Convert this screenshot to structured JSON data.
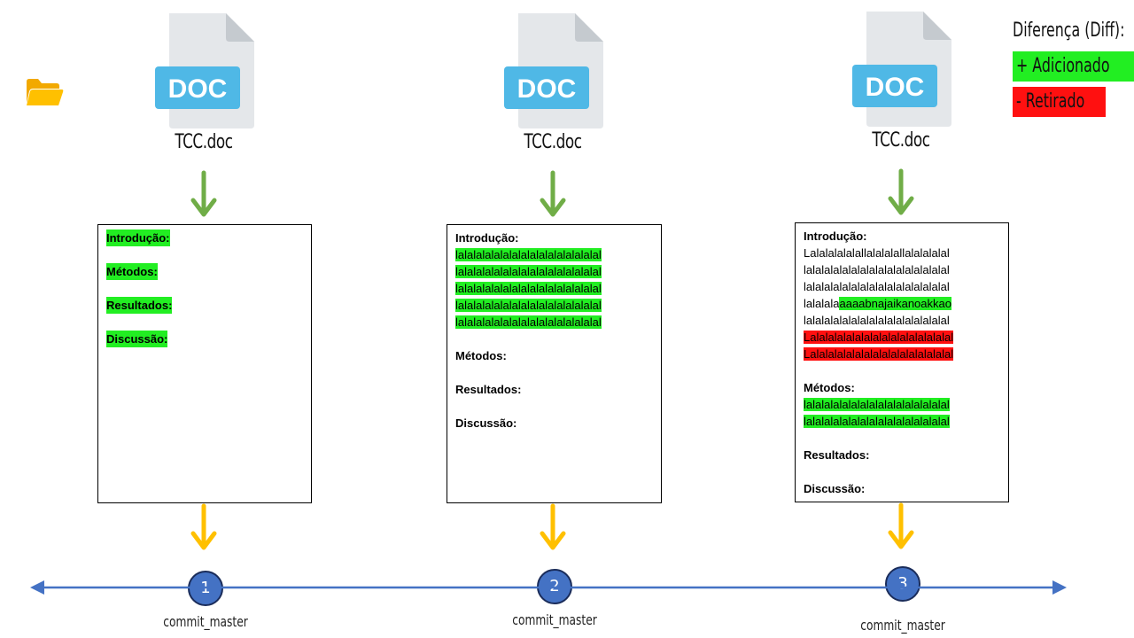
{
  "legend": {
    "title": "Diferença (Diff):",
    "added": "+ Adicionado",
    "removed": "- Retirado",
    "added_color": "#22ee22",
    "removed_color": "#ff1010"
  },
  "icons": {
    "folder": "folder-icon",
    "doc": "doc-file-icon",
    "arrow_green": "green-down-arrow-icon",
    "arrow_yellow": "yellow-down-arrow-icon"
  },
  "colors": {
    "doc_badge": "#4fb8e6",
    "green_arrow": "#70ad47",
    "yellow_arrow": "#ffc000",
    "timeline": "#4472c4"
  },
  "commits": [
    {
      "file_name": "TCC.doc",
      "doc_badge": "DOC",
      "number": "1",
      "label": "commit_master",
      "sections": [
        {
          "heading": "Introdução:",
          "heading_status": "added",
          "lines": []
        },
        {
          "heading": "Métodos:",
          "heading_status": "added",
          "lines": []
        },
        {
          "heading": "Resultados:",
          "heading_status": "added",
          "lines": []
        },
        {
          "heading": "Discussão:",
          "heading_status": "added",
          "lines": []
        }
      ]
    },
    {
      "file_name": "TCC.doc",
      "doc_badge": "DOC",
      "number": "2",
      "label": "commit_master",
      "sections": [
        {
          "heading": "Introdução:",
          "heading_status": "none",
          "lines": [
            [
              {
                "text": "lalalalalalalalalalalalalalalalal",
                "status": "added"
              }
            ],
            [
              {
                "text": "lalalalalalalalalalalalalalalalal",
                "status": "added"
              }
            ],
            [
              {
                "text": "lalalalalalalalalalalalalalalalal",
                "status": "added"
              }
            ],
            [
              {
                "text": "lalalalalalalalalalalalalalalalal",
                "status": "added"
              }
            ],
            [
              {
                "text": "lalalalalalalalalalalalalalalalal",
                "status": "added"
              }
            ]
          ]
        },
        {
          "heading": "Métodos:",
          "heading_status": "none",
          "lines": []
        },
        {
          "heading": "Resultados:",
          "heading_status": "none",
          "lines": []
        },
        {
          "heading": "Discussão:",
          "heading_status": "none",
          "lines": []
        }
      ]
    },
    {
      "file_name": "TCC.doc",
      "doc_badge": "DOC",
      "number": "3",
      "label": "commit_master",
      "sections": [
        {
          "heading": "Introdução:",
          "heading_status": "none",
          "lines": [
            [
              {
                "text": "Lalalalalalallalalalallalalalalal",
                "status": "none"
              }
            ],
            [
              {
                "text": "lalalalalalalalalalalalalalalalal",
                "status": "none"
              }
            ],
            [
              {
                "text": "lalalalalalalalalalalalalalalalal",
                "status": "none"
              }
            ],
            [
              {
                "text": "lalalala",
                "status": "none"
              },
              {
                "text": "aaaabnajaikanoakkao",
                "status": "added"
              }
            ],
            [
              {
                "text": "lalalalalalalalalalalalalalalalal",
                "status": "none"
              }
            ],
            [
              {
                "text": "Lalalalalalalalalalalalalalalalal",
                "status": "removed"
              }
            ],
            [
              {
                "text": "Lalalalalalalalalalalalalalalalal",
                "status": "removed"
              }
            ]
          ]
        },
        {
          "heading": "Métodos:",
          "heading_status": "none",
          "lines": [
            [
              {
                "text": "lalalalalalalalalalalalalalalalal",
                "status": "added"
              }
            ],
            [
              {
                "text": "lalalalalalalalalalalalalalalalal",
                "status": "added"
              }
            ]
          ]
        },
        {
          "heading": "Resultados:",
          "heading_status": "none",
          "lines": []
        },
        {
          "heading": "Discussão:",
          "heading_status": "none",
          "lines": []
        }
      ]
    }
  ]
}
